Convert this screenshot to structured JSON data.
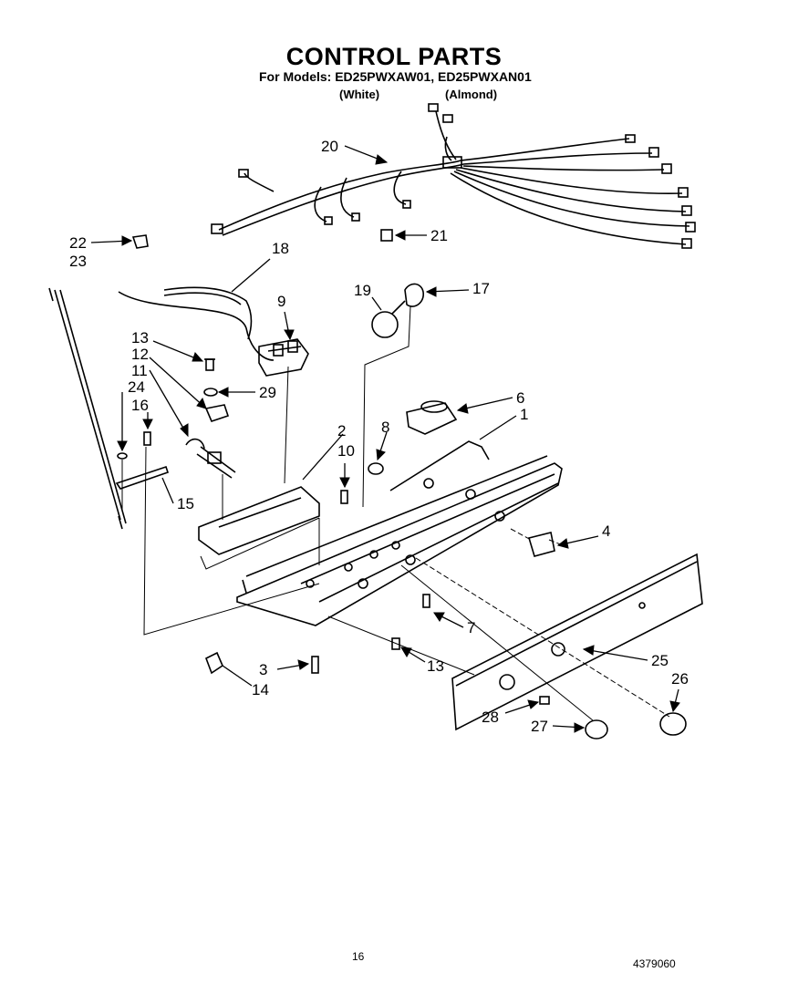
{
  "header": {
    "title": "CONTROL PARTS",
    "models_line": "For Models: ED25PWXAW01, ED25PWXAN01",
    "color_white": "(White)",
    "color_almond": "(Almond)"
  },
  "callouts": [
    {
      "id": "c20",
      "label": "20"
    },
    {
      "id": "c21",
      "label": "21"
    },
    {
      "id": "c22",
      "label": "22"
    },
    {
      "id": "c23",
      "label": "23"
    },
    {
      "id": "c18",
      "label": "18"
    },
    {
      "id": "c19",
      "label": "19"
    },
    {
      "id": "c17",
      "label": "17"
    },
    {
      "id": "c9",
      "label": "9"
    },
    {
      "id": "c13a",
      "label": "13"
    },
    {
      "id": "c12",
      "label": "12"
    },
    {
      "id": "c11",
      "label": "11"
    },
    {
      "id": "c29",
      "label": "29"
    },
    {
      "id": "c24",
      "label": "24"
    },
    {
      "id": "c16",
      "label": "16"
    },
    {
      "id": "c6",
      "label": "6"
    },
    {
      "id": "c1",
      "label": "1"
    },
    {
      "id": "c8",
      "label": "8"
    },
    {
      "id": "c2",
      "label": "2"
    },
    {
      "id": "c10",
      "label": "10"
    },
    {
      "id": "c15",
      "label": "15"
    },
    {
      "id": "c4",
      "label": "4"
    },
    {
      "id": "c7",
      "label": "7"
    },
    {
      "id": "c3",
      "label": "3"
    },
    {
      "id": "c13b",
      "label": "13"
    },
    {
      "id": "c14",
      "label": "14"
    },
    {
      "id": "c25",
      "label": "25"
    },
    {
      "id": "c26",
      "label": "26"
    },
    {
      "id": "c28",
      "label": "28"
    },
    {
      "id": "c27",
      "label": "27"
    }
  ],
  "footer": {
    "page_number": "16",
    "doc_number": "4379060"
  }
}
